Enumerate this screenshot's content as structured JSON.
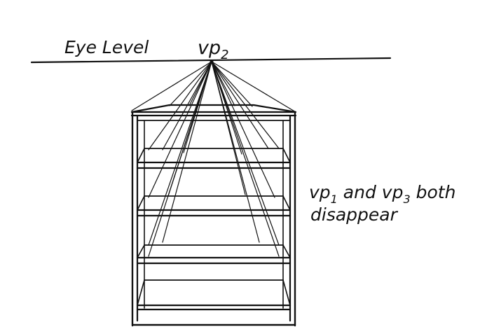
{
  "labels": {
    "eye_level": "Eye Level",
    "vp2_base": "vp",
    "vp2_sub": "2",
    "note_vp1_base": "vp",
    "note_vp1_sub": "1",
    "note_and": " and ",
    "note_vp3_base": "vp",
    "note_vp3_sub": "3",
    "note_both": " both",
    "note_line2": "disappear"
  },
  "colors": {
    "ink": "#111111",
    "paper": "#ffffff"
  }
}
